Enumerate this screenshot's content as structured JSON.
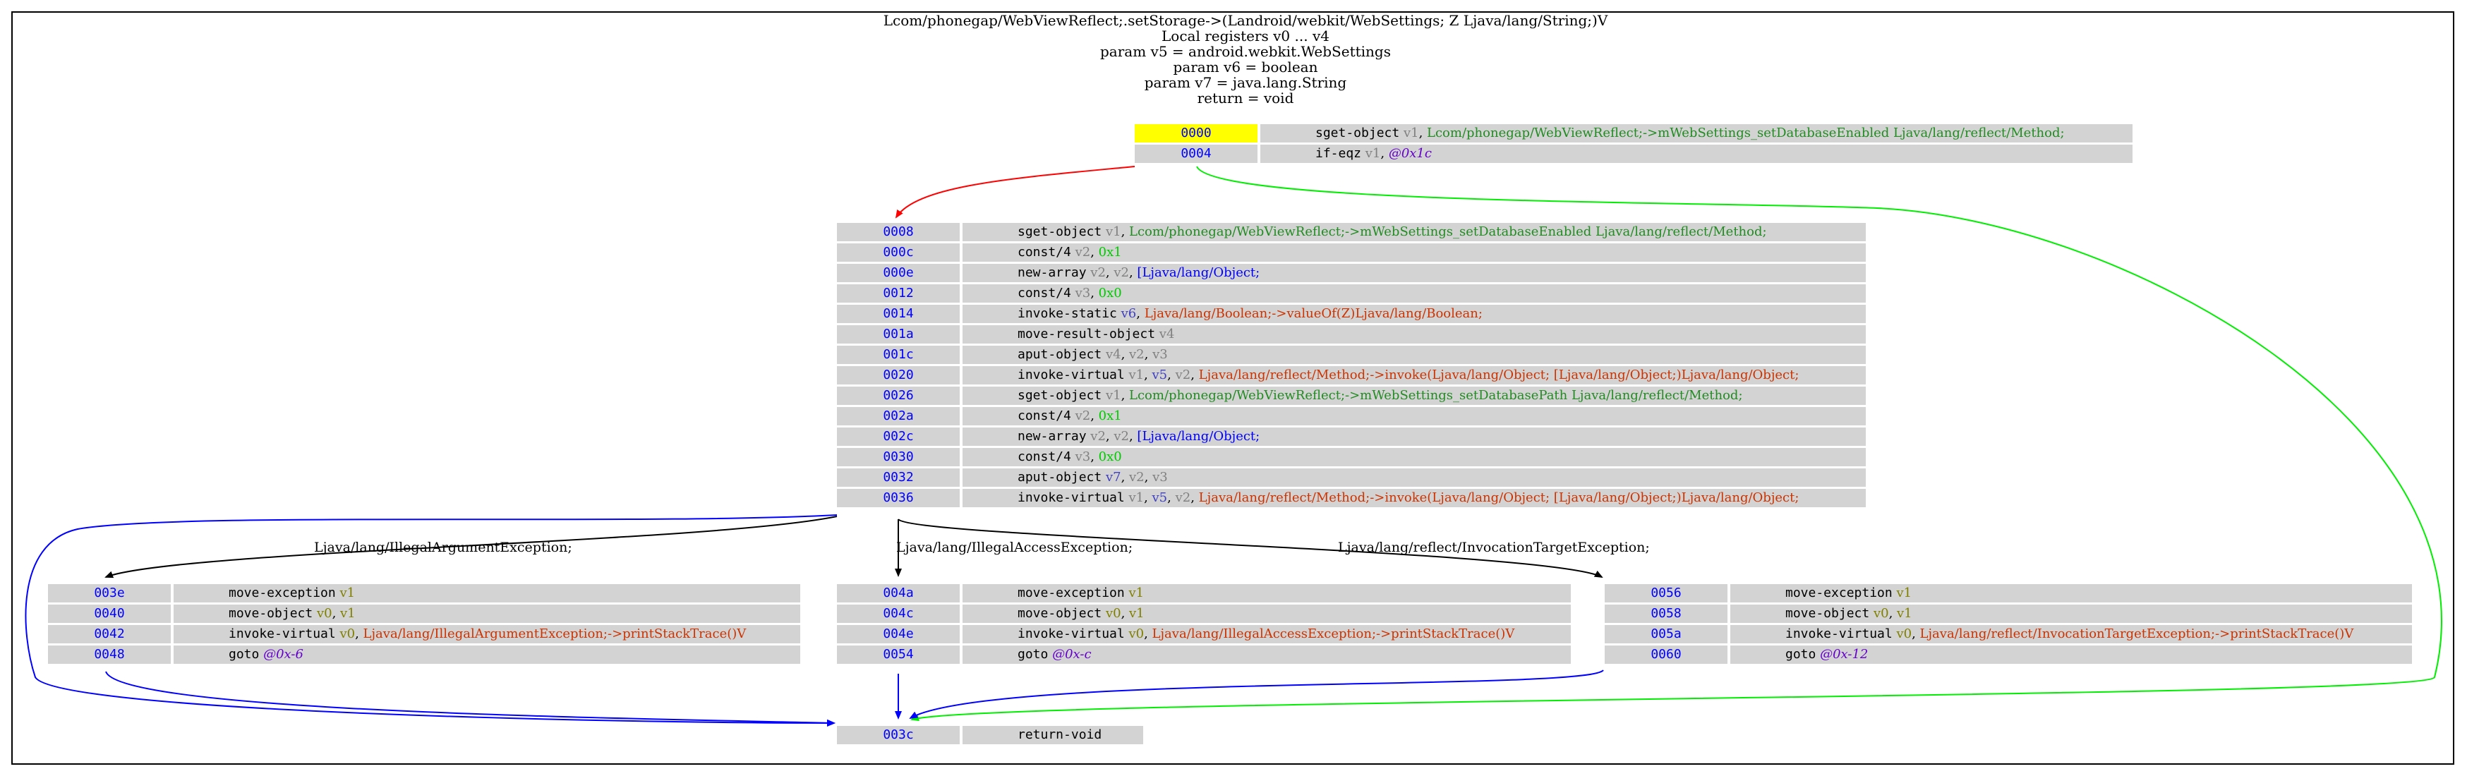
{
  "header": {
    "lines": [
      "Lcom/phonegap/WebViewReflect;.setStorage->(Landroid/webkit/WebSettings; Z Ljava/lang/String;)V",
      "Local registers v0 ... v4",
      "param v5 = android.webkit.WebSettings",
      "param v6 = boolean",
      "param v7 = java.lang.String",
      "return = void"
    ]
  },
  "colors": {
    "reg_gray": "#808080",
    "reg_olive": "#808000",
    "reg_blue": "#4040c0",
    "field_green": "#228b22",
    "const_green": "#00cc00",
    "type_blue": "#0000ff",
    "method_red": "#cc3300",
    "target_purple": "#6600cc",
    "edge_red": "#ff0000",
    "edge_green": "#00ee00",
    "edge_blue": "#0000ff",
    "edge_black": "#000000",
    "highlight": "#ffff00"
  },
  "blocks": {
    "b0": [
      {
        "addr": "0000",
        "op": "sget-object",
        "highlight": true,
        "args": [
          {
            "t": " v1",
            "c": "reg_gray"
          },
          {
            "t": ", ",
            "c": ""
          },
          {
            "t": "Lcom/phonegap/WebViewReflect;->mWebSettings_setDatabaseEnabled Ljava/lang/reflect/Method;",
            "c": "field_green"
          }
        ]
      },
      {
        "addr": "0004",
        "op": "if-eqz",
        "args": [
          {
            "t": " v1",
            "c": "reg_gray"
          },
          {
            "t": ", ",
            "c": ""
          },
          {
            "t": "@0x1c",
            "c": "target_purple",
            "italic": true
          }
        ]
      }
    ],
    "b1": [
      {
        "addr": "0008",
        "op": "sget-object",
        "args": [
          {
            "t": " v1",
            "c": "reg_gray"
          },
          {
            "t": ", ",
            "c": ""
          },
          {
            "t": "Lcom/phonegap/WebViewReflect;->mWebSettings_setDatabaseEnabled Ljava/lang/reflect/Method;",
            "c": "field_green"
          }
        ]
      },
      {
        "addr": "000c",
        "op": "const/4",
        "args": [
          {
            "t": " v2",
            "c": "reg_gray"
          },
          {
            "t": ", ",
            "c": ""
          },
          {
            "t": "0x1",
            "c": "const_green"
          }
        ]
      },
      {
        "addr": "000e",
        "op": "new-array",
        "args": [
          {
            "t": " v2",
            "c": "reg_gray"
          },
          {
            "t": ", ",
            "c": ""
          },
          {
            "t": "v2",
            "c": "reg_gray"
          },
          {
            "t": ", ",
            "c": ""
          },
          {
            "t": "[Ljava/lang/Object;",
            "c": "type_blue"
          }
        ]
      },
      {
        "addr": "0012",
        "op": "const/4",
        "args": [
          {
            "t": " v3",
            "c": "reg_gray"
          },
          {
            "t": ", ",
            "c": ""
          },
          {
            "t": "0x0",
            "c": "const_green"
          }
        ]
      },
      {
        "addr": "0014",
        "op": "invoke-static",
        "args": [
          {
            "t": " v6",
            "c": "reg_blue"
          },
          {
            "t": ", ",
            "c": ""
          },
          {
            "t": "Ljava/lang/Boolean;->valueOf(Z)Ljava/lang/Boolean;",
            "c": "method_red"
          }
        ]
      },
      {
        "addr": "001a",
        "op": "move-result-object",
        "args": [
          {
            "t": " v4",
            "c": "reg_gray"
          }
        ]
      },
      {
        "addr": "001c",
        "op": "aput-object",
        "args": [
          {
            "t": " v4",
            "c": "reg_gray"
          },
          {
            "t": ", ",
            "c": ""
          },
          {
            "t": "v2",
            "c": "reg_gray"
          },
          {
            "t": ", ",
            "c": ""
          },
          {
            "t": "v3",
            "c": "reg_gray"
          }
        ]
      },
      {
        "addr": "0020",
        "op": "invoke-virtual",
        "args": [
          {
            "t": " v1",
            "c": "reg_gray"
          },
          {
            "t": ", ",
            "c": ""
          },
          {
            "t": "v5",
            "c": "reg_blue"
          },
          {
            "t": ", ",
            "c": ""
          },
          {
            "t": "v2",
            "c": "reg_gray"
          },
          {
            "t": ", ",
            "c": ""
          },
          {
            "t": "Ljava/lang/reflect/Method;->invoke(Ljava/lang/Object; [Ljava/lang/Object;)Ljava/lang/Object;",
            "c": "method_red"
          }
        ]
      },
      {
        "addr": "0026",
        "op": "sget-object",
        "args": [
          {
            "t": " v1",
            "c": "reg_gray"
          },
          {
            "t": ", ",
            "c": ""
          },
          {
            "t": "Lcom/phonegap/WebViewReflect;->mWebSettings_setDatabasePath Ljava/lang/reflect/Method;",
            "c": "field_green"
          }
        ]
      },
      {
        "addr": "002a",
        "op": "const/4",
        "args": [
          {
            "t": " v2",
            "c": "reg_gray"
          },
          {
            "t": ", ",
            "c": ""
          },
          {
            "t": "0x1",
            "c": "const_green"
          }
        ]
      },
      {
        "addr": "002c",
        "op": "new-array",
        "args": [
          {
            "t": " v2",
            "c": "reg_gray"
          },
          {
            "t": ", ",
            "c": ""
          },
          {
            "t": "v2",
            "c": "reg_gray"
          },
          {
            "t": ", ",
            "c": ""
          },
          {
            "t": "[Ljava/lang/Object;",
            "c": "type_blue"
          }
        ]
      },
      {
        "addr": "0030",
        "op": "const/4",
        "args": [
          {
            "t": " v3",
            "c": "reg_gray"
          },
          {
            "t": ", ",
            "c": ""
          },
          {
            "t": "0x0",
            "c": "const_green"
          }
        ]
      },
      {
        "addr": "0032",
        "op": "aput-object",
        "args": [
          {
            "t": " v7",
            "c": "reg_blue"
          },
          {
            "t": ", ",
            "c": ""
          },
          {
            "t": "v2",
            "c": "reg_gray"
          },
          {
            "t": ", ",
            "c": ""
          },
          {
            "t": "v3",
            "c": "reg_gray"
          }
        ]
      },
      {
        "addr": "0036",
        "op": "invoke-virtual",
        "args": [
          {
            "t": " v1",
            "c": "reg_gray"
          },
          {
            "t": ", ",
            "c": ""
          },
          {
            "t": "v5",
            "c": "reg_blue"
          },
          {
            "t": ", ",
            "c": ""
          },
          {
            "t": "v2",
            "c": "reg_gray"
          },
          {
            "t": ", ",
            "c": ""
          },
          {
            "t": "Ljava/lang/reflect/Method;->invoke(Ljava/lang/Object; [Ljava/lang/Object;)Ljava/lang/Object;",
            "c": "method_red"
          }
        ]
      }
    ],
    "b2": [
      {
        "addr": "003e",
        "op": "move-exception",
        "args": [
          {
            "t": " v1",
            "c": "reg_olive"
          }
        ]
      },
      {
        "addr": "0040",
        "op": "move-object",
        "args": [
          {
            "t": " v0",
            "c": "reg_olive"
          },
          {
            "t": ", ",
            "c": ""
          },
          {
            "t": "v1",
            "c": "reg_olive"
          }
        ]
      },
      {
        "addr": "0042",
        "op": "invoke-virtual",
        "args": [
          {
            "t": " v0",
            "c": "reg_olive"
          },
          {
            "t": ", ",
            "c": ""
          },
          {
            "t": "Ljava/lang/IllegalArgumentException;->printStackTrace()V",
            "c": "method_red"
          }
        ]
      },
      {
        "addr": "0048",
        "op": "goto",
        "args": [
          {
            "t": " @0x-6",
            "c": "target_purple",
            "italic": true
          }
        ]
      }
    ],
    "b3": [
      {
        "addr": "004a",
        "op": "move-exception",
        "args": [
          {
            "t": " v1",
            "c": "reg_olive"
          }
        ]
      },
      {
        "addr": "004c",
        "op": "move-object",
        "args": [
          {
            "t": " v0",
            "c": "reg_olive"
          },
          {
            "t": ", ",
            "c": ""
          },
          {
            "t": "v1",
            "c": "reg_olive"
          }
        ]
      },
      {
        "addr": "004e",
        "op": "invoke-virtual",
        "args": [
          {
            "t": " v0",
            "c": "reg_olive"
          },
          {
            "t": ", ",
            "c": ""
          },
          {
            "t": "Ljava/lang/IllegalAccessException;->printStackTrace()V",
            "c": "method_red"
          }
        ]
      },
      {
        "addr": "0054",
        "op": "goto",
        "args": [
          {
            "t": " @0x-c",
            "c": "target_purple",
            "italic": true
          }
        ]
      }
    ],
    "b4": [
      {
        "addr": "0056",
        "op": "move-exception",
        "args": [
          {
            "t": " v1",
            "c": "reg_olive"
          }
        ]
      },
      {
        "addr": "0058",
        "op": "move-object",
        "args": [
          {
            "t": " v0",
            "c": "reg_olive"
          },
          {
            "t": ", ",
            "c": ""
          },
          {
            "t": "v1",
            "c": "reg_olive"
          }
        ]
      },
      {
        "addr": "005a",
        "op": "invoke-virtual",
        "args": [
          {
            "t": " v0",
            "c": "reg_olive"
          },
          {
            "t": ", ",
            "c": ""
          },
          {
            "t": "Ljava/lang/reflect/InvocationTargetException;->printStackTrace()V",
            "c": "method_red"
          }
        ]
      },
      {
        "addr": "0060",
        "op": "goto",
        "args": [
          {
            "t": " @0x-12",
            "c": "target_purple",
            "italic": true
          }
        ]
      }
    ],
    "b5": [
      {
        "addr": "003c",
        "op": "return-void",
        "args": []
      }
    ]
  },
  "edge_labels": {
    "illegal_argument": "Ljava/lang/IllegalArgumentException;",
    "illegal_access": "Ljava/lang/IllegalAccessException;",
    "invocation_target": "Ljava/lang/reflect/InvocationTargetException;"
  }
}
